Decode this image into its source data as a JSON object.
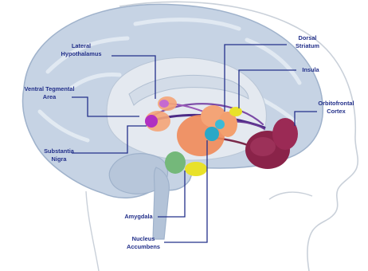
{
  "colors": {
    "brain": "#c6d3e4",
    "brain_dark": "#9fb2cb",
    "head_outline": "#c9d0d9",
    "label": "#23308a",
    "pathway": "#4b2b86",
    "orbitofrontal": "#8a2349",
    "striatum": "#f08a58",
    "insula_accumbens": "#e8e12a",
    "amygdala": "#74b87a",
    "thalamus_blue": "#2aa8c8",
    "vta": "#b02fc2"
  },
  "labels": {
    "lateral_hypothalamus": [
      "Lateral",
      "Hypothalamus"
    ],
    "ventral_tegmental_area": [
      "Ventral Tegmental",
      "Area"
    ],
    "substantia_nigra": [
      "Substantia",
      "Nigra"
    ],
    "amygdala": [
      "Amygdala"
    ],
    "nucleus_accumbens": [
      "Nucleus",
      "Accumbens"
    ],
    "dorsal_striatum": [
      "Dorsal",
      "Striatum"
    ],
    "insula": [
      "Insula"
    ],
    "orbitofrontal_cortex": [
      "Orbitofrontal",
      "Cortex"
    ]
  }
}
